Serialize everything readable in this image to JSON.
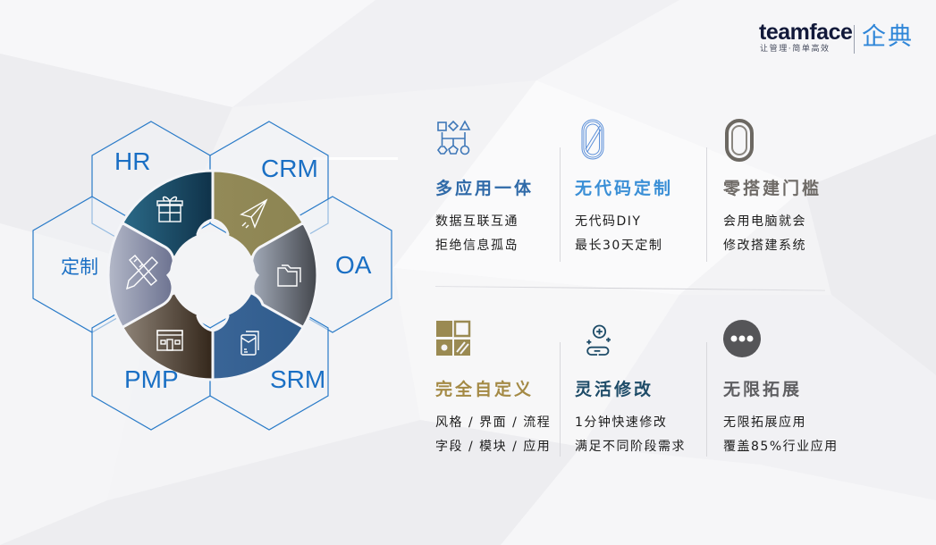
{
  "brand": {
    "wordmark": "teamface",
    "tagline": "让管理·简单高效",
    "product_cn": "企典",
    "colors": {
      "wordmark": "#12193a",
      "product": "#2f86d8"
    }
  },
  "wheel": {
    "modules": [
      {
        "label": "HR",
        "icon": "gift-icon",
        "segment_color": "#1e4e6a"
      },
      {
        "label": "CRM",
        "icon": "paper-plane-icon",
        "segment_color": "#8f8755"
      },
      {
        "label": "OA",
        "icon": "folder-icon",
        "segment_color": "#6b6f78"
      },
      {
        "label": "SRM",
        "icon": "document-envelope-icon",
        "segment_color": "#355f8f"
      },
      {
        "label": "PMP",
        "icon": "storefront-icon",
        "segment_color": "#4e4033"
      },
      {
        "label": "定制",
        "icon": "pencil-ruler-icon",
        "segment_color": "#8d93a8"
      }
    ],
    "hex_border_color": "#2a7bc8",
    "label_color": "#1a6fc4"
  },
  "features": [
    {
      "icon": "shapes-hierarchy-icon",
      "title": "多应用一体",
      "title_color": "#2f6aa8",
      "lines": [
        "数据互联互通",
        "拒绝信息孤岛"
      ]
    },
    {
      "icon": "zero-outline-icon",
      "title": "无代码定制",
      "title_color": "#3a8fd6",
      "lines": [
        "无代码DIY",
        "最长30天定制"
      ]
    },
    {
      "icon": "zero-bold-icon",
      "title": "零搭建门槛",
      "title_color": "#6e6a66",
      "lines": [
        "会用电脑就会",
        "修改搭建系统"
      ]
    },
    {
      "icon": "grid-blocks-icon",
      "title": "完全自定义",
      "title_color": "#a48a45",
      "lines": [
        "风格 / 界面 / 流程",
        "字段 / 模块 / 应用"
      ]
    },
    {
      "icon": "link-plus-icon",
      "title": "灵活修改",
      "title_color": "#1e4c68",
      "lines": [
        "1分钟快速修改",
        "满足不同阶段需求"
      ]
    },
    {
      "icon": "more-dots-icon",
      "title": "无限拓展",
      "title_color": "#5f5f62",
      "lines": [
        "无限拓展应用",
        "覆盖85%行业应用"
      ]
    }
  ]
}
